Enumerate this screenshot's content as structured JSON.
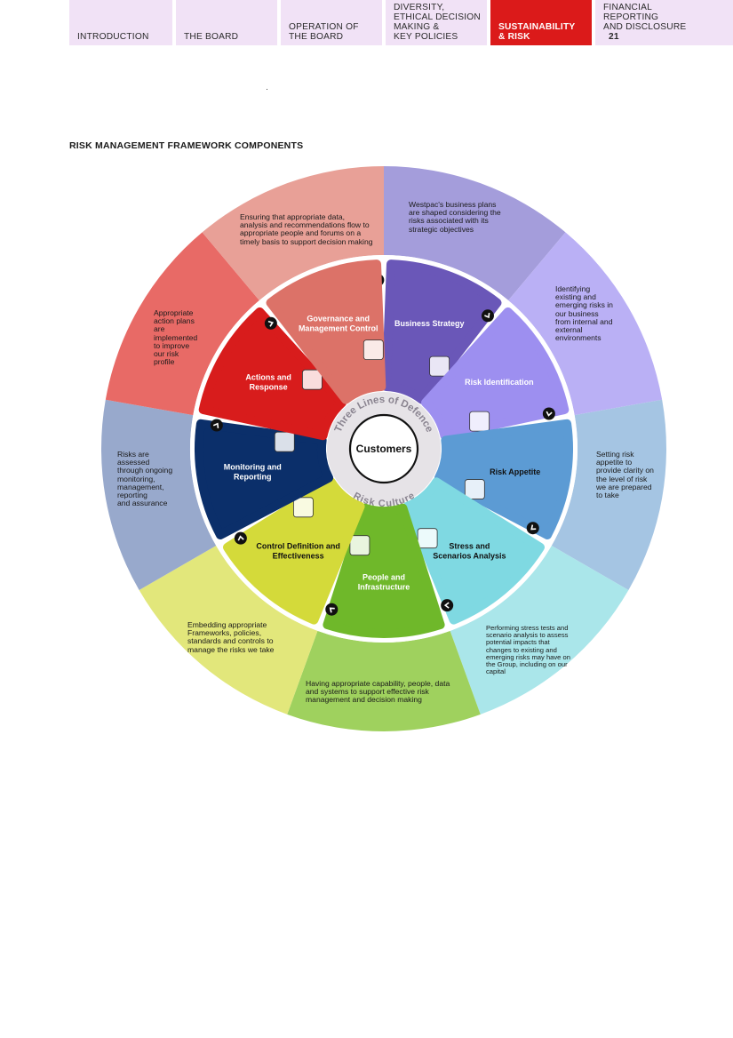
{
  "nav": {
    "tabs": [
      {
        "label": "INTRODUCTION",
        "active": false
      },
      {
        "label": "THE BOARD",
        "active": false
      },
      {
        "label": "OPERATION OF\nTHE BOARD",
        "active": false
      },
      {
        "label": "DIVERSITY,\nETHICAL DECISION\nMAKING &\nKEY POLICIES",
        "active": false
      },
      {
        "label": "SUSTAINABILITY\n& RISK",
        "active": true
      },
      {
        "label": "FINANCIAL\nREPORTING\nAND DISCLOSURE",
        "active": false
      }
    ],
    "page_number": "21"
  },
  "section_title": "RISK MANAGEMENT FRAMEWORK COMPONENTS",
  "center": {
    "label": "Customers",
    "top_arc": "Three Lines of Defence",
    "bottom_arc": "Risk Culture"
  },
  "components": [
    {
      "label": "Business Strategy",
      "icon": "clipboard-icon",
      "color": "#6a57b8"
    },
    {
      "label": "Risk Identification",
      "icon": "alert-document-icon",
      "color": "#9d8ff0"
    },
    {
      "label": "Risk Appetite",
      "icon": "gauge-icon",
      "color": "#5c9bd4"
    },
    {
      "label": "Stress and\nScenarios Analysis",
      "icon": "pie-chart-icon",
      "color": "#7fd9e2"
    },
    {
      "label": "People and\nInfrastructure",
      "icon": "people-icon",
      "color": "#6fb82a"
    },
    {
      "label": "Control Definition and\nEffectiveness",
      "icon": "gear-icon",
      "color": "#d4da3a"
    },
    {
      "label": "Monitoring and\nReporting",
      "icon": "line-chart-icon",
      "color": "#0b2f6a"
    },
    {
      "label": "Actions and\nResponse",
      "icon": "presenter-icon",
      "color": "#d81c1c"
    },
    {
      "label": "Governance and\nManagement Control",
      "icon": "meeting-icon",
      "color": "#dc7268"
    }
  ],
  "outer_segments": [
    {
      "text": "Westpac's business plans\nare shaped considering the\nrisks associated with its\nstrategic objectives",
      "color": "#a49ddb"
    },
    {
      "text": "Identifying\nexisting and\nemerging risks in\nour business\nfrom internal and\nexternal\nenvironments",
      "color": "#bab0f5"
    },
    {
      "text": "Setting risk\nappetite to\nprovide clarity on\nthe level of risk\nwe are prepared\nto take",
      "color": "#a5c5e3"
    },
    {
      "text": "Performing stress tests and\nscenario analysis to assess\npotential impacts that\nchanges to existing and\nemerging risks may have on\nthe Group, including on our\ncapital",
      "color": "#aae6ea"
    },
    {
      "text": "Having appropriate capability, people, data\nand systems to support effective risk\nmanagement and decision making",
      "color": "#9fd15e"
    },
    {
      "text": "Embedding appropriate\nFrameworks, policies,\nstandards and controls to\nmanage the risks we take",
      "color": "#e2e77b"
    },
    {
      "text": "Risks are\nassessed\nthrough ongoing\nmonitoring,\nmanagement,\nreporting\nand assurance",
      "color": "#98a9cc"
    },
    {
      "text": "Appropriate\naction plans\nare\nimplemented\nto improve\nour risk\nprofile",
      "color": "#e86a66"
    },
    {
      "text": "Ensuring that appropriate data,\nanalysis and recommendations flow to\nappropriate people and forums on a\ntimely basis to support decision making",
      "color": "#e8a097"
    }
  ]
}
